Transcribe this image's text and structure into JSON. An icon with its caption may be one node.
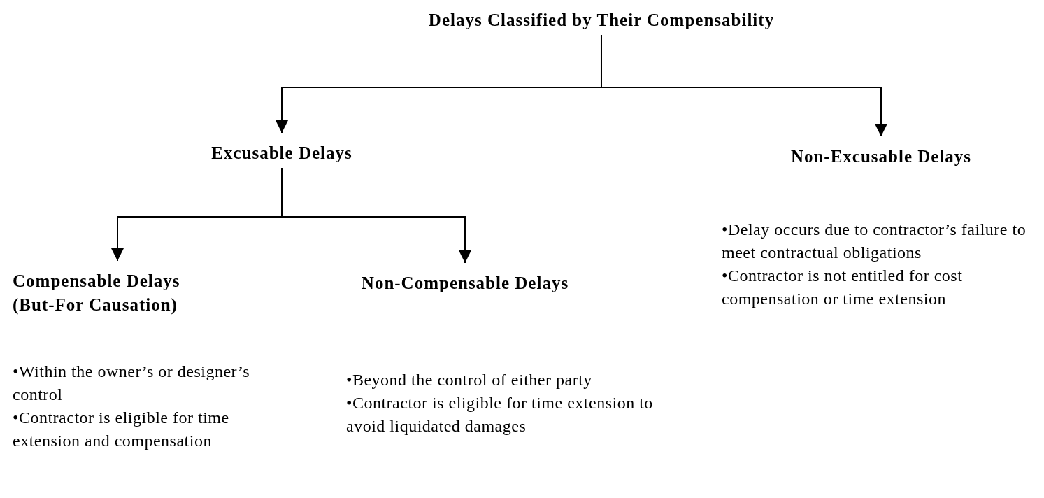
{
  "diagram": {
    "nodes": [
      {
        "text": [
          "Delays Classified by Their Compensability"
        ]
      },
      {
        "text": [
          "Excusable Delays"
        ]
      },
      {
        "text": [
          "Non-Excusable Delays"
        ],
        "beside": [
          "•Delay occurs due to contractor’s failure to meet contractual obligations",
          "•Contractor is not entitled for cost compensation or time extension"
        ]
      },
      {
        "text": [
          "Compensable Delays (But-For Causation)"
        ],
        "beside": [
          "•Within the owner’s or designer’s control",
          "•Contractor is eligible for time extension and compensation"
        ]
      },
      {
        "text": [
          "Non-Compensable Delays"
        ],
        "beside": [
          "•Beyond the control of either party",
          "•Contractor is eligible for time extension to avoid liquidated damages"
        ]
      }
    ],
    "edges": [
      {
        "from": 0,
        "to": 1,
        "arrow": "to"
      },
      {
        "from": 0,
        "to": 2,
        "arrow": "to"
      },
      {
        "from": 1,
        "to": 3,
        "arrow": "to"
      },
      {
        "from": 1,
        "to": 4,
        "arrow": "to"
      }
    ]
  }
}
